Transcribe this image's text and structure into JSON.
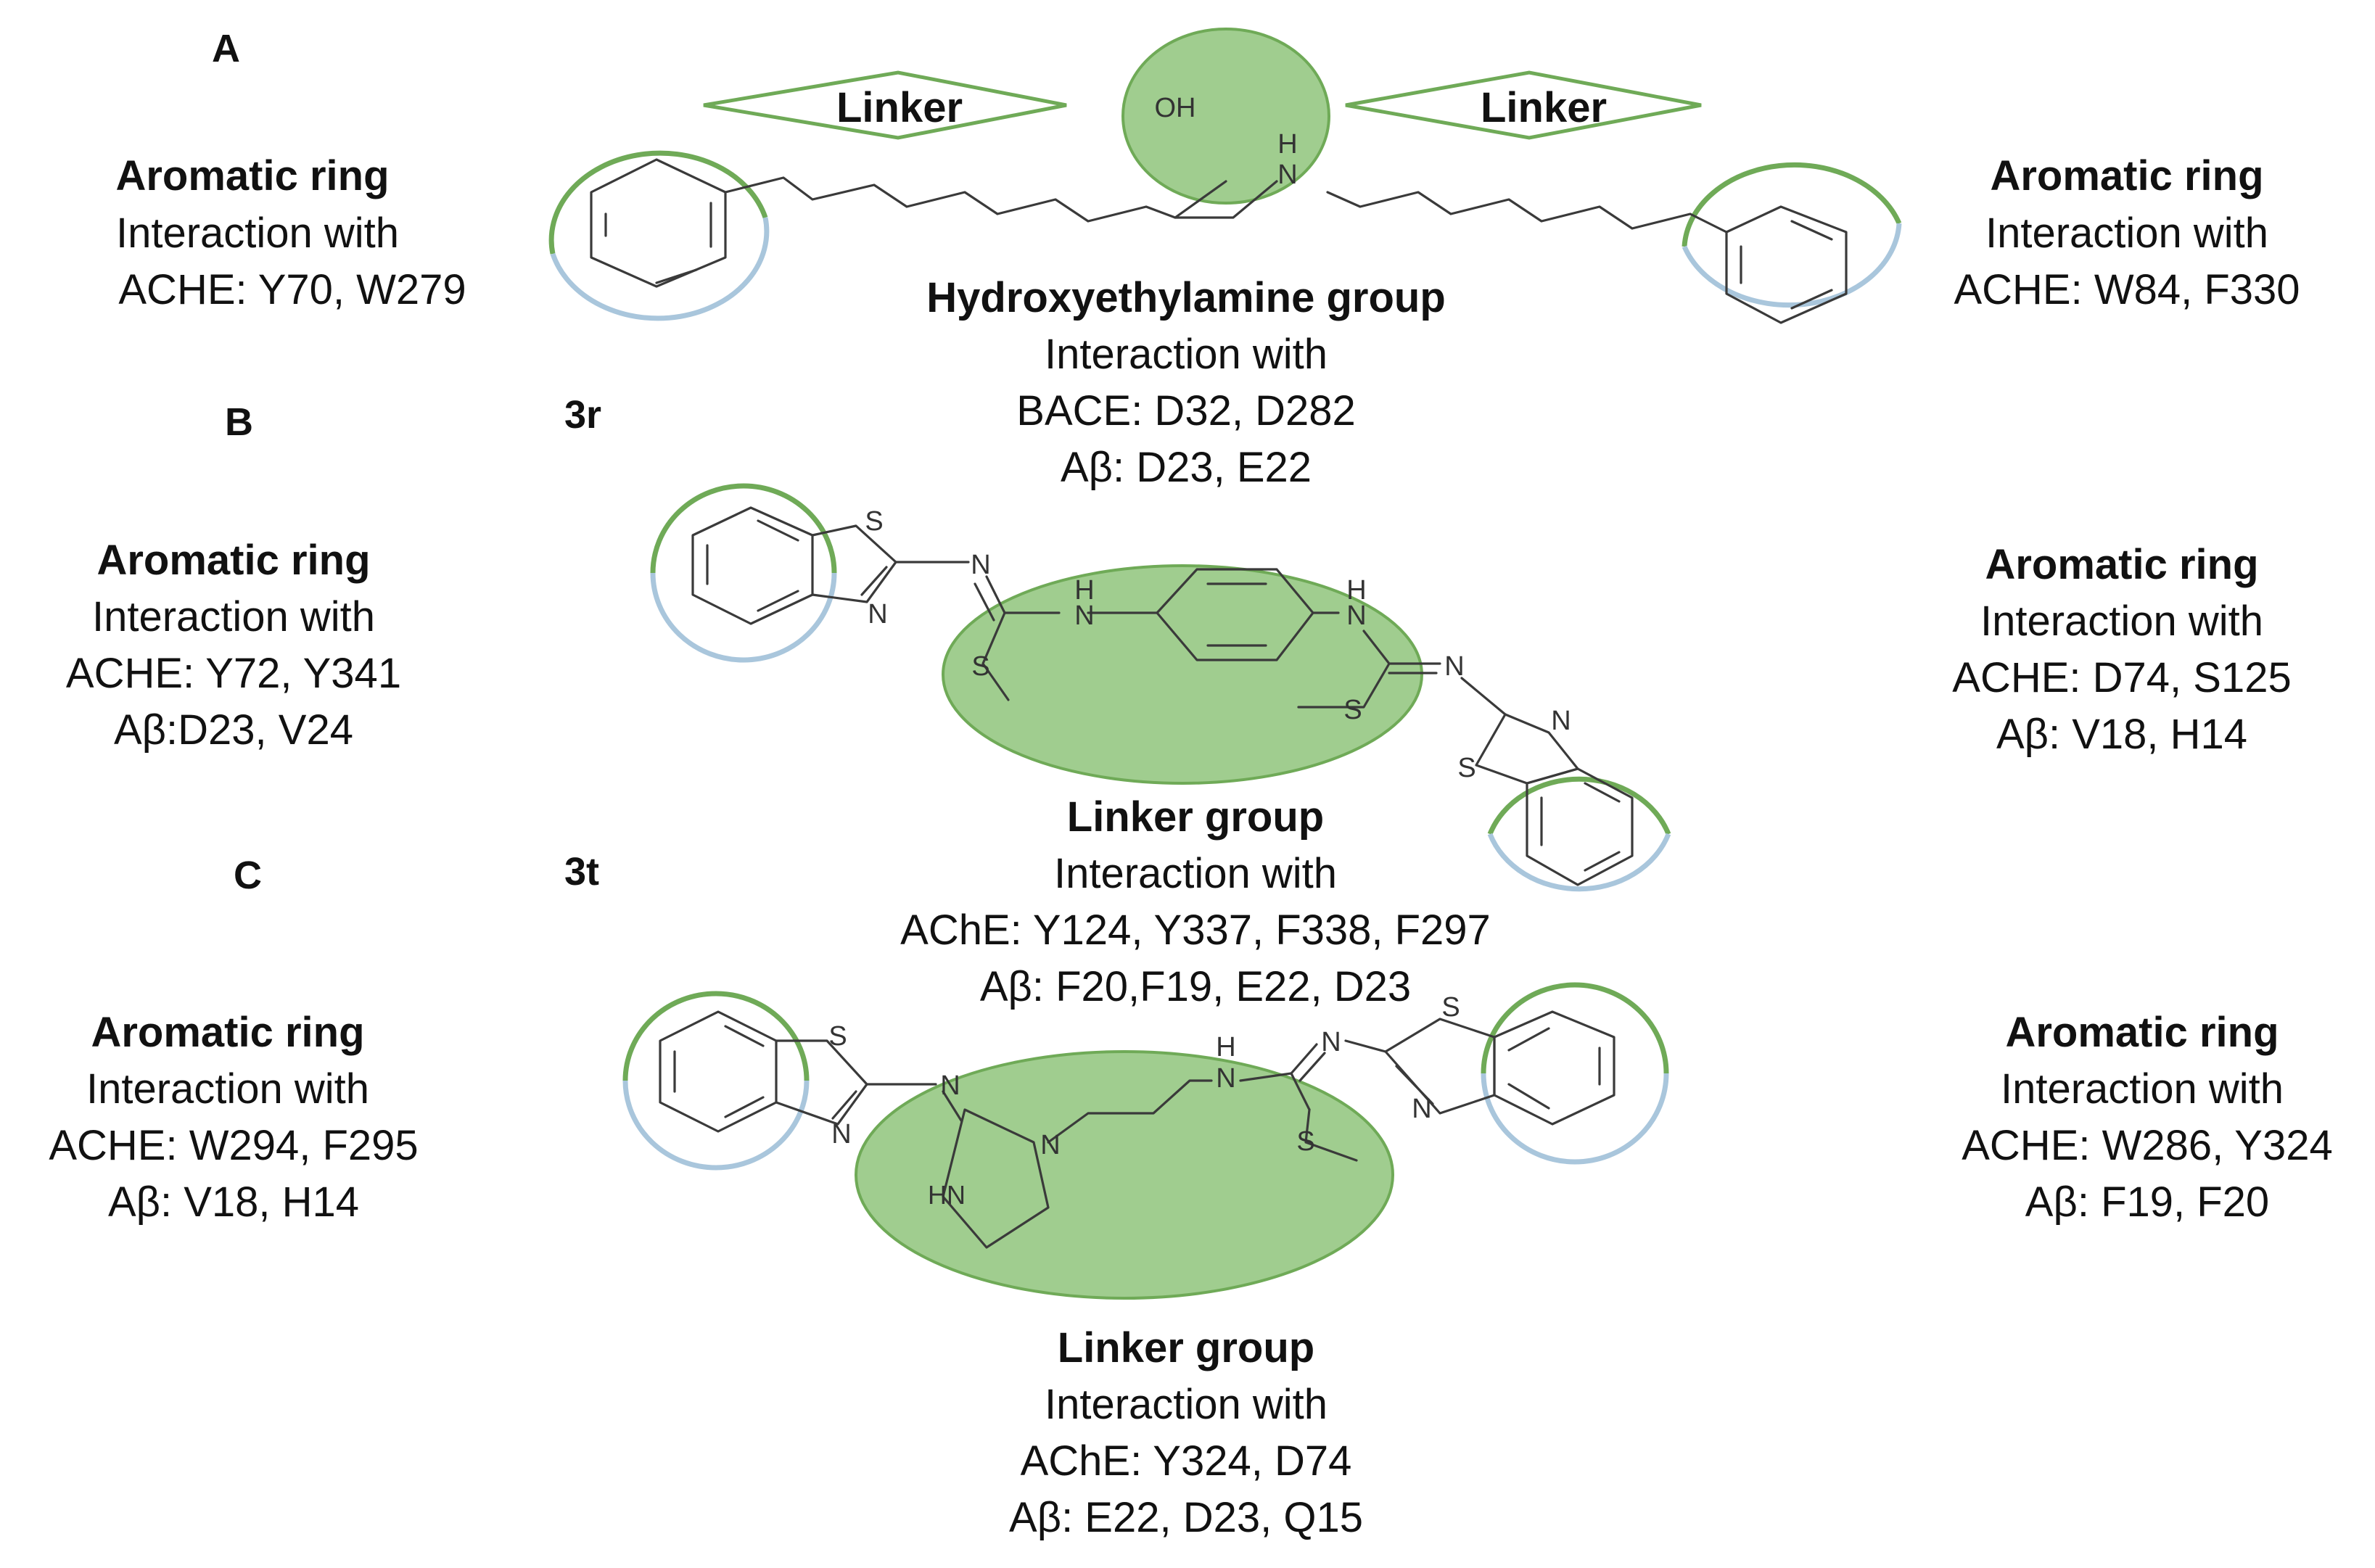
{
  "colors": {
    "green_fill": "#8fc47b",
    "green_stroke": "#6faa57",
    "blue_stroke": "#a9c6dc",
    "bond": "#3a3a3a"
  },
  "panels": {
    "a": "A",
    "b": "B",
    "c": "C"
  },
  "compounds": {
    "b": "3r",
    "c": "3t"
  },
  "linker_tags": {
    "left": "Linker",
    "right": "Linker"
  },
  "atoms": {
    "a_oh": "OH",
    "a_nh_h": "H",
    "a_nh_n": "N",
    "b_s_top": "S",
    "b_n_ring_left": "N",
    "b_n_imine_left": "N",
    "b_nh_left_h": "H",
    "b_nh_left_n": "N",
    "b_s_left": "S",
    "b_nh_right_h": "H",
    "b_nh_right_n": "N",
    "b_n_imine_right": "N",
    "b_s_right": "S",
    "b_n_ring_right": "N",
    "b_s_ring_right": "S",
    "c_s_ring_left": "S",
    "c_n_ring_left": "N",
    "c_n_imine": "N",
    "c_n_tert": "N",
    "c_hn": "HN",
    "c_nh_h": "H",
    "c_nh_n": "N",
    "c_n_imine_right": "N",
    "c_s_methyl": "S",
    "c_s_ring_right": "S",
    "c_n_ring_right": "N"
  },
  "annotations": {
    "a_left": {
      "title": "Aromatic ring",
      "lines": [
        "Interaction with",
        "ACHE: Y70, W279"
      ]
    },
    "a_right": {
      "title": "Aromatic ring",
      "lines": [
        "Interaction with",
        "ACHE: W84, F330"
      ]
    },
    "a_center": {
      "title": "Hydroxyethylamine group",
      "lines": [
        "Interaction with",
        "BACE: D32, D282",
        "Aβ: D23, E22"
      ]
    },
    "b_left": {
      "title": "Aromatic ring",
      "lines": [
        "Interaction with",
        "ACHE: Y72, Y341",
        "Aβ:D23, V24"
      ]
    },
    "b_right": {
      "title": "Aromatic ring",
      "lines": [
        "Interaction with",
        "ACHE: D74, S125",
        "Aβ: V18, H14"
      ]
    },
    "b_center": {
      "title": "Linker group",
      "lines": [
        "Interaction with",
        "AChE: Y124, Y337, F338, F297",
        "Aβ: F20,F19, E22, D23"
      ]
    },
    "c_left": {
      "title": "Aromatic ring",
      "lines": [
        "Interaction with",
        "ACHE: W294, F295",
        "Aβ: V18, H14"
      ]
    },
    "c_right": {
      "title": "Aromatic ring",
      "lines": [
        "Interaction with",
        "ACHE: W286, Y324",
        "Aβ: F19, F20"
      ]
    },
    "c_center": {
      "title": "Linker group",
      "lines": [
        "Interaction with",
        "AChE: Y324, D74",
        "Aβ: E22, D23, Q15"
      ]
    }
  }
}
